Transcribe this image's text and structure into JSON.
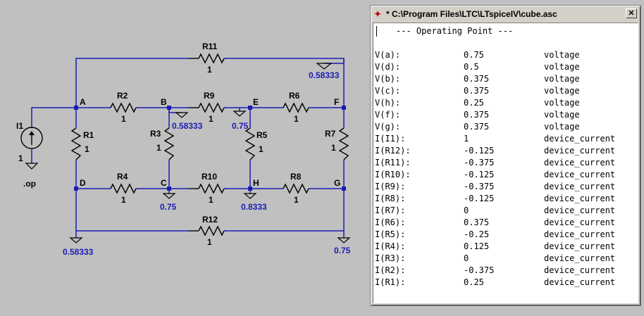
{
  "window": {
    "title": "* C:\\Program Files\\LTC\\LTspiceIV\\cube.asc",
    "close_glyph": "✕",
    "header": "--- Operating Point ---",
    "rows": [
      {
        "name": "V(a):",
        "value": "0.75",
        "type": "voltage"
      },
      {
        "name": "V(d):",
        "value": "0.5",
        "type": "voltage"
      },
      {
        "name": "V(b):",
        "value": "0.375",
        "type": "voltage"
      },
      {
        "name": "V(c):",
        "value": "0.375",
        "type": "voltage"
      },
      {
        "name": "V(h):",
        "value": "0.25",
        "type": "voltage"
      },
      {
        "name": "V(f):",
        "value": "0.375",
        "type": "voltage"
      },
      {
        "name": "V(g):",
        "value": "0.375",
        "type": "voltage"
      },
      {
        "name": "I(I1):",
        "value": "1",
        "type": "device_current"
      },
      {
        "name": "I(R12):",
        "value": "-0.125",
        "type": "device_current"
      },
      {
        "name": "I(R11):",
        "value": "-0.375",
        "type": "device_current"
      },
      {
        "name": "I(R10):",
        "value": "-0.125",
        "type": "device_current"
      },
      {
        "name": "I(R9):",
        "value": "-0.375",
        "type": "device_current"
      },
      {
        "name": "I(R8):",
        "value": "-0.125",
        "type": "device_current"
      },
      {
        "name": "I(R7):",
        "value": "0",
        "type": "device_current"
      },
      {
        "name": "I(R6):",
        "value": "0.375",
        "type": "device_current"
      },
      {
        "name": "I(R5):",
        "value": "-0.25",
        "type": "device_current"
      },
      {
        "name": "I(R4):",
        "value": "0.125",
        "type": "device_current"
      },
      {
        "name": "I(R3):",
        "value": "0",
        "type": "device_current"
      },
      {
        "name": "I(R2):",
        "value": "-0.375",
        "type": "device_current"
      },
      {
        "name": "I(R1):",
        "value": "0.25",
        "type": "device_current"
      }
    ]
  },
  "schematic": {
    "nodes": {
      "A": "A",
      "B": "B",
      "C": "C",
      "D": "D",
      "E": "E",
      "F": "F",
      "G": "G",
      "H": "H"
    },
    "resistors": {
      "R1": {
        "name": "R1",
        "value": "1"
      },
      "R2": {
        "name": "R2",
        "value": "1"
      },
      "R3": {
        "name": "R3",
        "value": "1"
      },
      "R4": {
        "name": "R4",
        "value": "1"
      },
      "R5": {
        "name": "R5",
        "value": "1"
      },
      "R6": {
        "name": "R6",
        "value": "1"
      },
      "R7": {
        "name": "R7",
        "value": "1"
      },
      "R8": {
        "name": "R8",
        "value": "1"
      },
      "R9": {
        "name": "R9",
        "value": "1"
      },
      "R10": {
        "name": "R10",
        "value": "1"
      },
      "R11": {
        "name": "R11",
        "value": "1"
      },
      "R12": {
        "name": "R12",
        "value": "1"
      }
    },
    "source": {
      "name": "I1",
      "value": "1"
    },
    "directive": ".op",
    "probes": {
      "top_right": "0.58333",
      "b": "0.58333",
      "e": "0.75",
      "c": "0.75",
      "h": "0.8333",
      "bottom_left": "0.58333",
      "bottom_right": "0.75"
    },
    "colors": {
      "wire": "#1c1cb4",
      "component": "#000000",
      "background": "#c0c0c0"
    }
  }
}
